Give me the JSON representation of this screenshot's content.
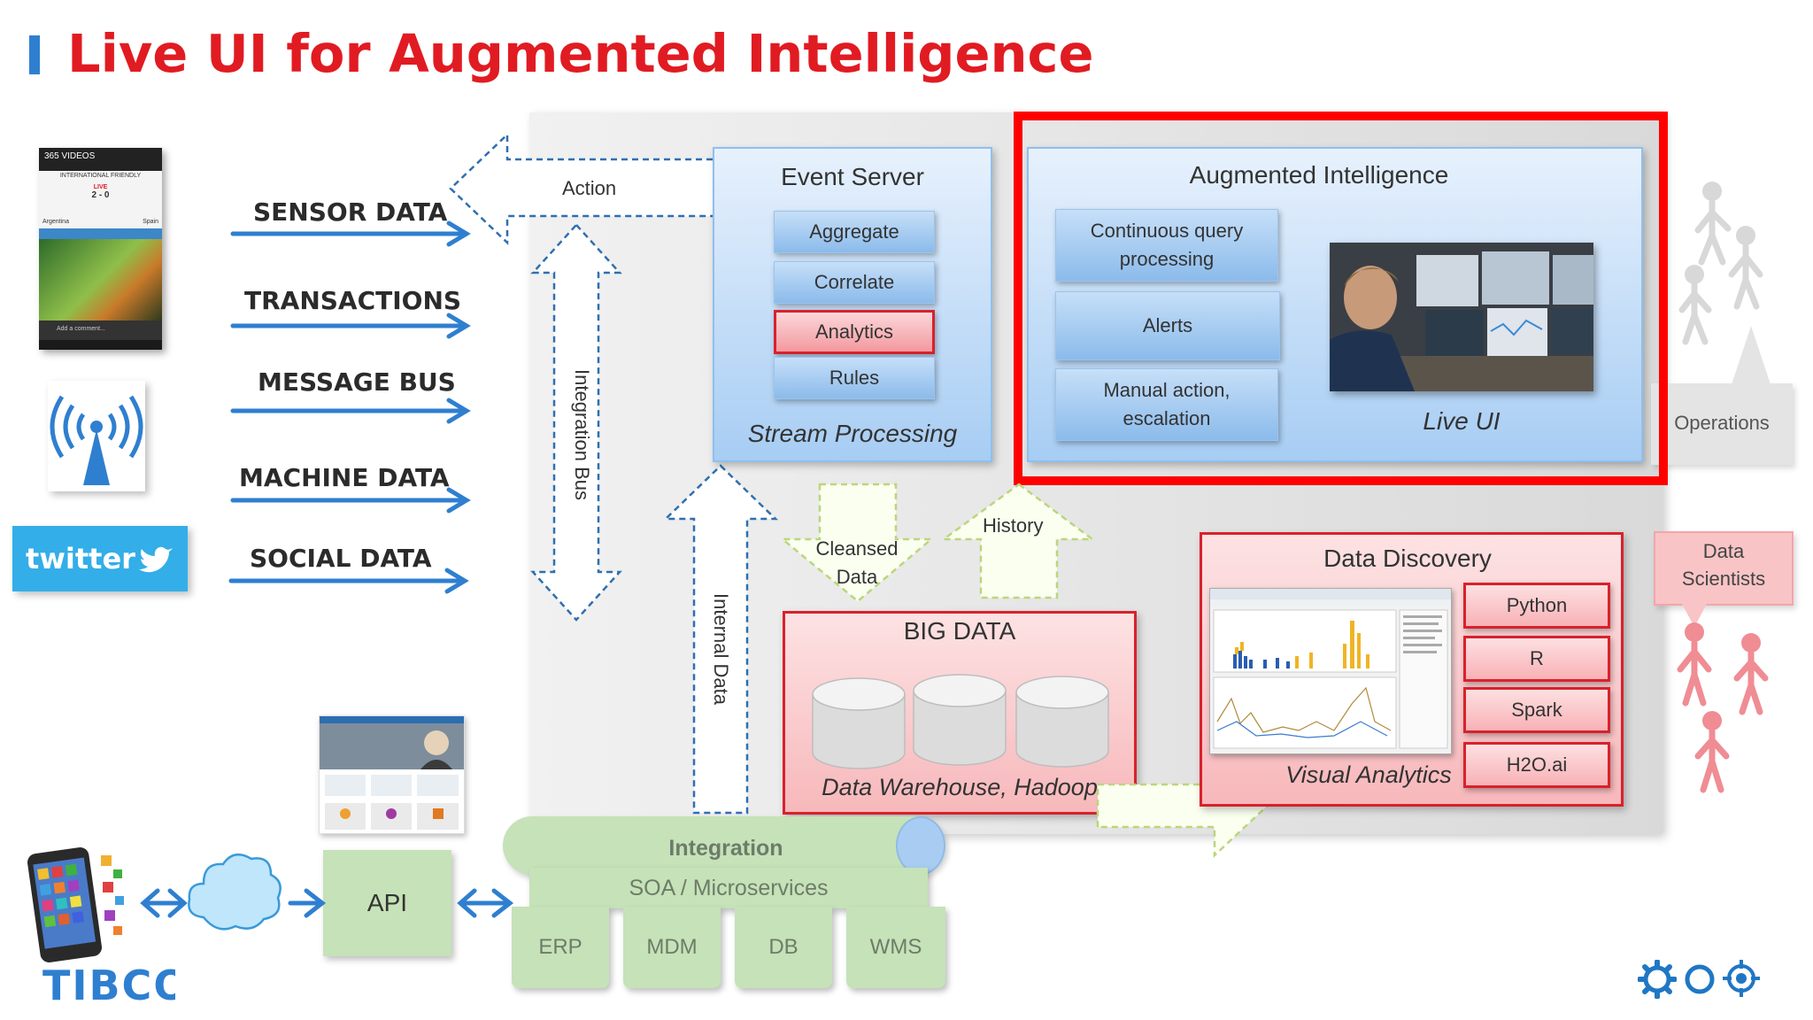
{
  "title": "Live UI for Augmented Intelligence",
  "sources": [
    "SENSOR DATA",
    "TRANSACTIONS",
    "MESSAGE BUS",
    "MACHINE DATA",
    "SOCIAL DATA"
  ],
  "twitter_logo": "twitter",
  "phone_screen": {
    "app": "365 VIDEOS",
    "headline": "INTERNATIONAL FRIENDLY",
    "live": "LIVE",
    "score": "2 - 0",
    "team_left": "Argentina",
    "team_right": "Spain",
    "comment_placeholder": "Add a comment..."
  },
  "flows": {
    "action": "Action",
    "integration_bus": "Integration Bus",
    "internal_data": "Internal Data",
    "cleansed_data": "Cleansed Data",
    "history": "History"
  },
  "event_server": {
    "title": "Event Server",
    "items": [
      "Aggregate",
      "Correlate",
      "Analytics",
      "Rules"
    ],
    "footer": "Stream Processing"
  },
  "augmented": {
    "title": "Augmented Intelligence",
    "items": [
      "Continuous query processing",
      "Alerts",
      "Manual action, escalation"
    ],
    "live_ui_label": "Live UI"
  },
  "operations_label": "Operations",
  "data_scientists_label": "Data Scientists",
  "big_data": {
    "title": "BIG DATA",
    "footer": "Data Warehouse, Hadoop"
  },
  "data_discovery": {
    "title": "Data Discovery",
    "tools": [
      "Python",
      "R",
      "Spark",
      "H2O.ai"
    ],
    "footer": "Visual Analytics"
  },
  "integration": {
    "title": "Integration",
    "subtitle": "SOA / Microservices",
    "systems": [
      "ERP",
      "MDM",
      "DB",
      "WMS"
    ]
  },
  "api_label": "API",
  "logo": "TIBCO",
  "colors": {
    "title_red": "#e11b22",
    "arrow_blue": "#2f7fd0",
    "highlight_red": "#ff0000",
    "box_blue": "#a7cdf3",
    "box_pink": "#f7b8bb",
    "box_green": "#c6e2b8"
  }
}
